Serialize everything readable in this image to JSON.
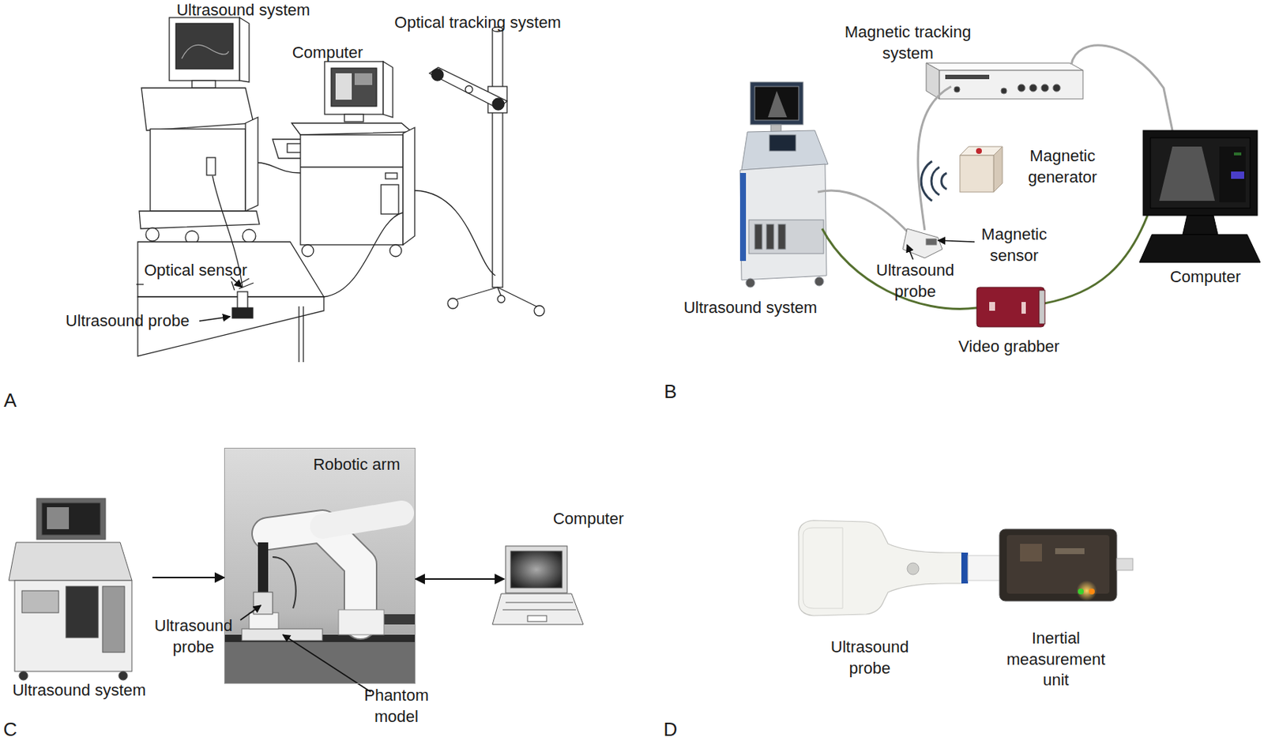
{
  "diagram": {
    "nodes": [
      {
        "text": [
          "Ultrasound system"
        ]
      },
      {
        "text": [
          "Robotic arm"
        ]
      },
      {
        "text": [
          "Computer"
        ]
      }
    ],
    "edges": [
      {
        "from": 0,
        "to": 1,
        "arrow": "to"
      },
      {
        "from": 1,
        "to": 2,
        "arrow": "both"
      }
    ],
    "labels": [
      "Ultrasound system",
      "Computer",
      "Optical tracking system",
      "Optical sensor",
      "Ultrasound probe",
      "A",
      "Magnetic tracking system",
      "Magnetic generator",
      "Magnetic sensor",
      "Ultrasound probe",
      "Ultrasound system",
      "Computer",
      "Video grabber",
      "B",
      "Ultrasound probe",
      "Phantom model",
      "C",
      "Ultrasound probe",
      "Inertial measurement unit",
      "D"
    ]
  }
}
